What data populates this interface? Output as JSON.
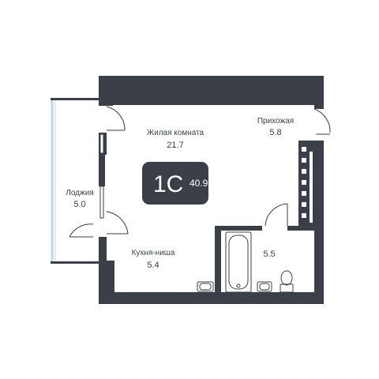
{
  "colors": {
    "wall": "#3b3f48",
    "badge": "#3b3f48",
    "text": "#3a3f47",
    "window": "#bfe3ea"
  },
  "badge": {
    "type": "1С",
    "area": "40.9"
  },
  "rooms": {
    "living": {
      "name": "Жилая комната",
      "area": "21.7"
    },
    "hallway": {
      "name": "Прихожая",
      "area": "5.8"
    },
    "loggia": {
      "name": "Лоджия",
      "area": "5.0"
    },
    "kitchen": {
      "name": "Кухня-ниша",
      "area": "5.4"
    },
    "bathroom": {
      "area": "5.5"
    }
  }
}
